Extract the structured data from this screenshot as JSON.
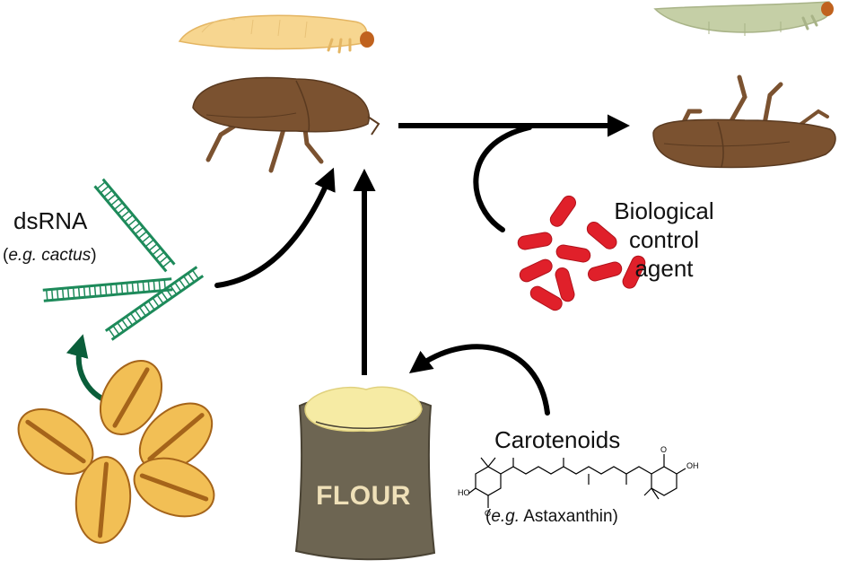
{
  "labels": {
    "dsrna_title": "dsRNA",
    "dsrna_example_prefix": "(",
    "dsrna_example_italic": "e.g. cactus",
    "dsrna_example_suffix": ")",
    "bio_line1": "Biological",
    "bio_line2": "control",
    "bio_line3": "agent",
    "carotenoids_title": "Carotenoids",
    "carot_example_prefix": "(",
    "carot_example_italic": "e.g.",
    "carot_example_rest": " Astaxanthin)",
    "flour": "FLOUR",
    "chem_oh_left": "HO",
    "chem_o_left": "O",
    "chem_oh_right": "OH",
    "chem_o_right": "O"
  },
  "colors": {
    "arrow": "#000000",
    "green_arrow": "#0a5e3a",
    "dsrna": "#1d8a5a",
    "beetle_body": "#7b5230",
    "beetle_dark": "#5a3a20",
    "larva_healthy": "#f7d690",
    "larva_infected": "#c5cfa6",
    "larva_head": "#c0621e",
    "bacteria": "#e0202a",
    "seed": "#f2bf55",
    "seed_groove": "#a5641a",
    "sack": "#6d6552",
    "sack_dark": "#4a4334",
    "flour_top": "#f6eba4",
    "flour_text": "#efe0b8"
  }
}
